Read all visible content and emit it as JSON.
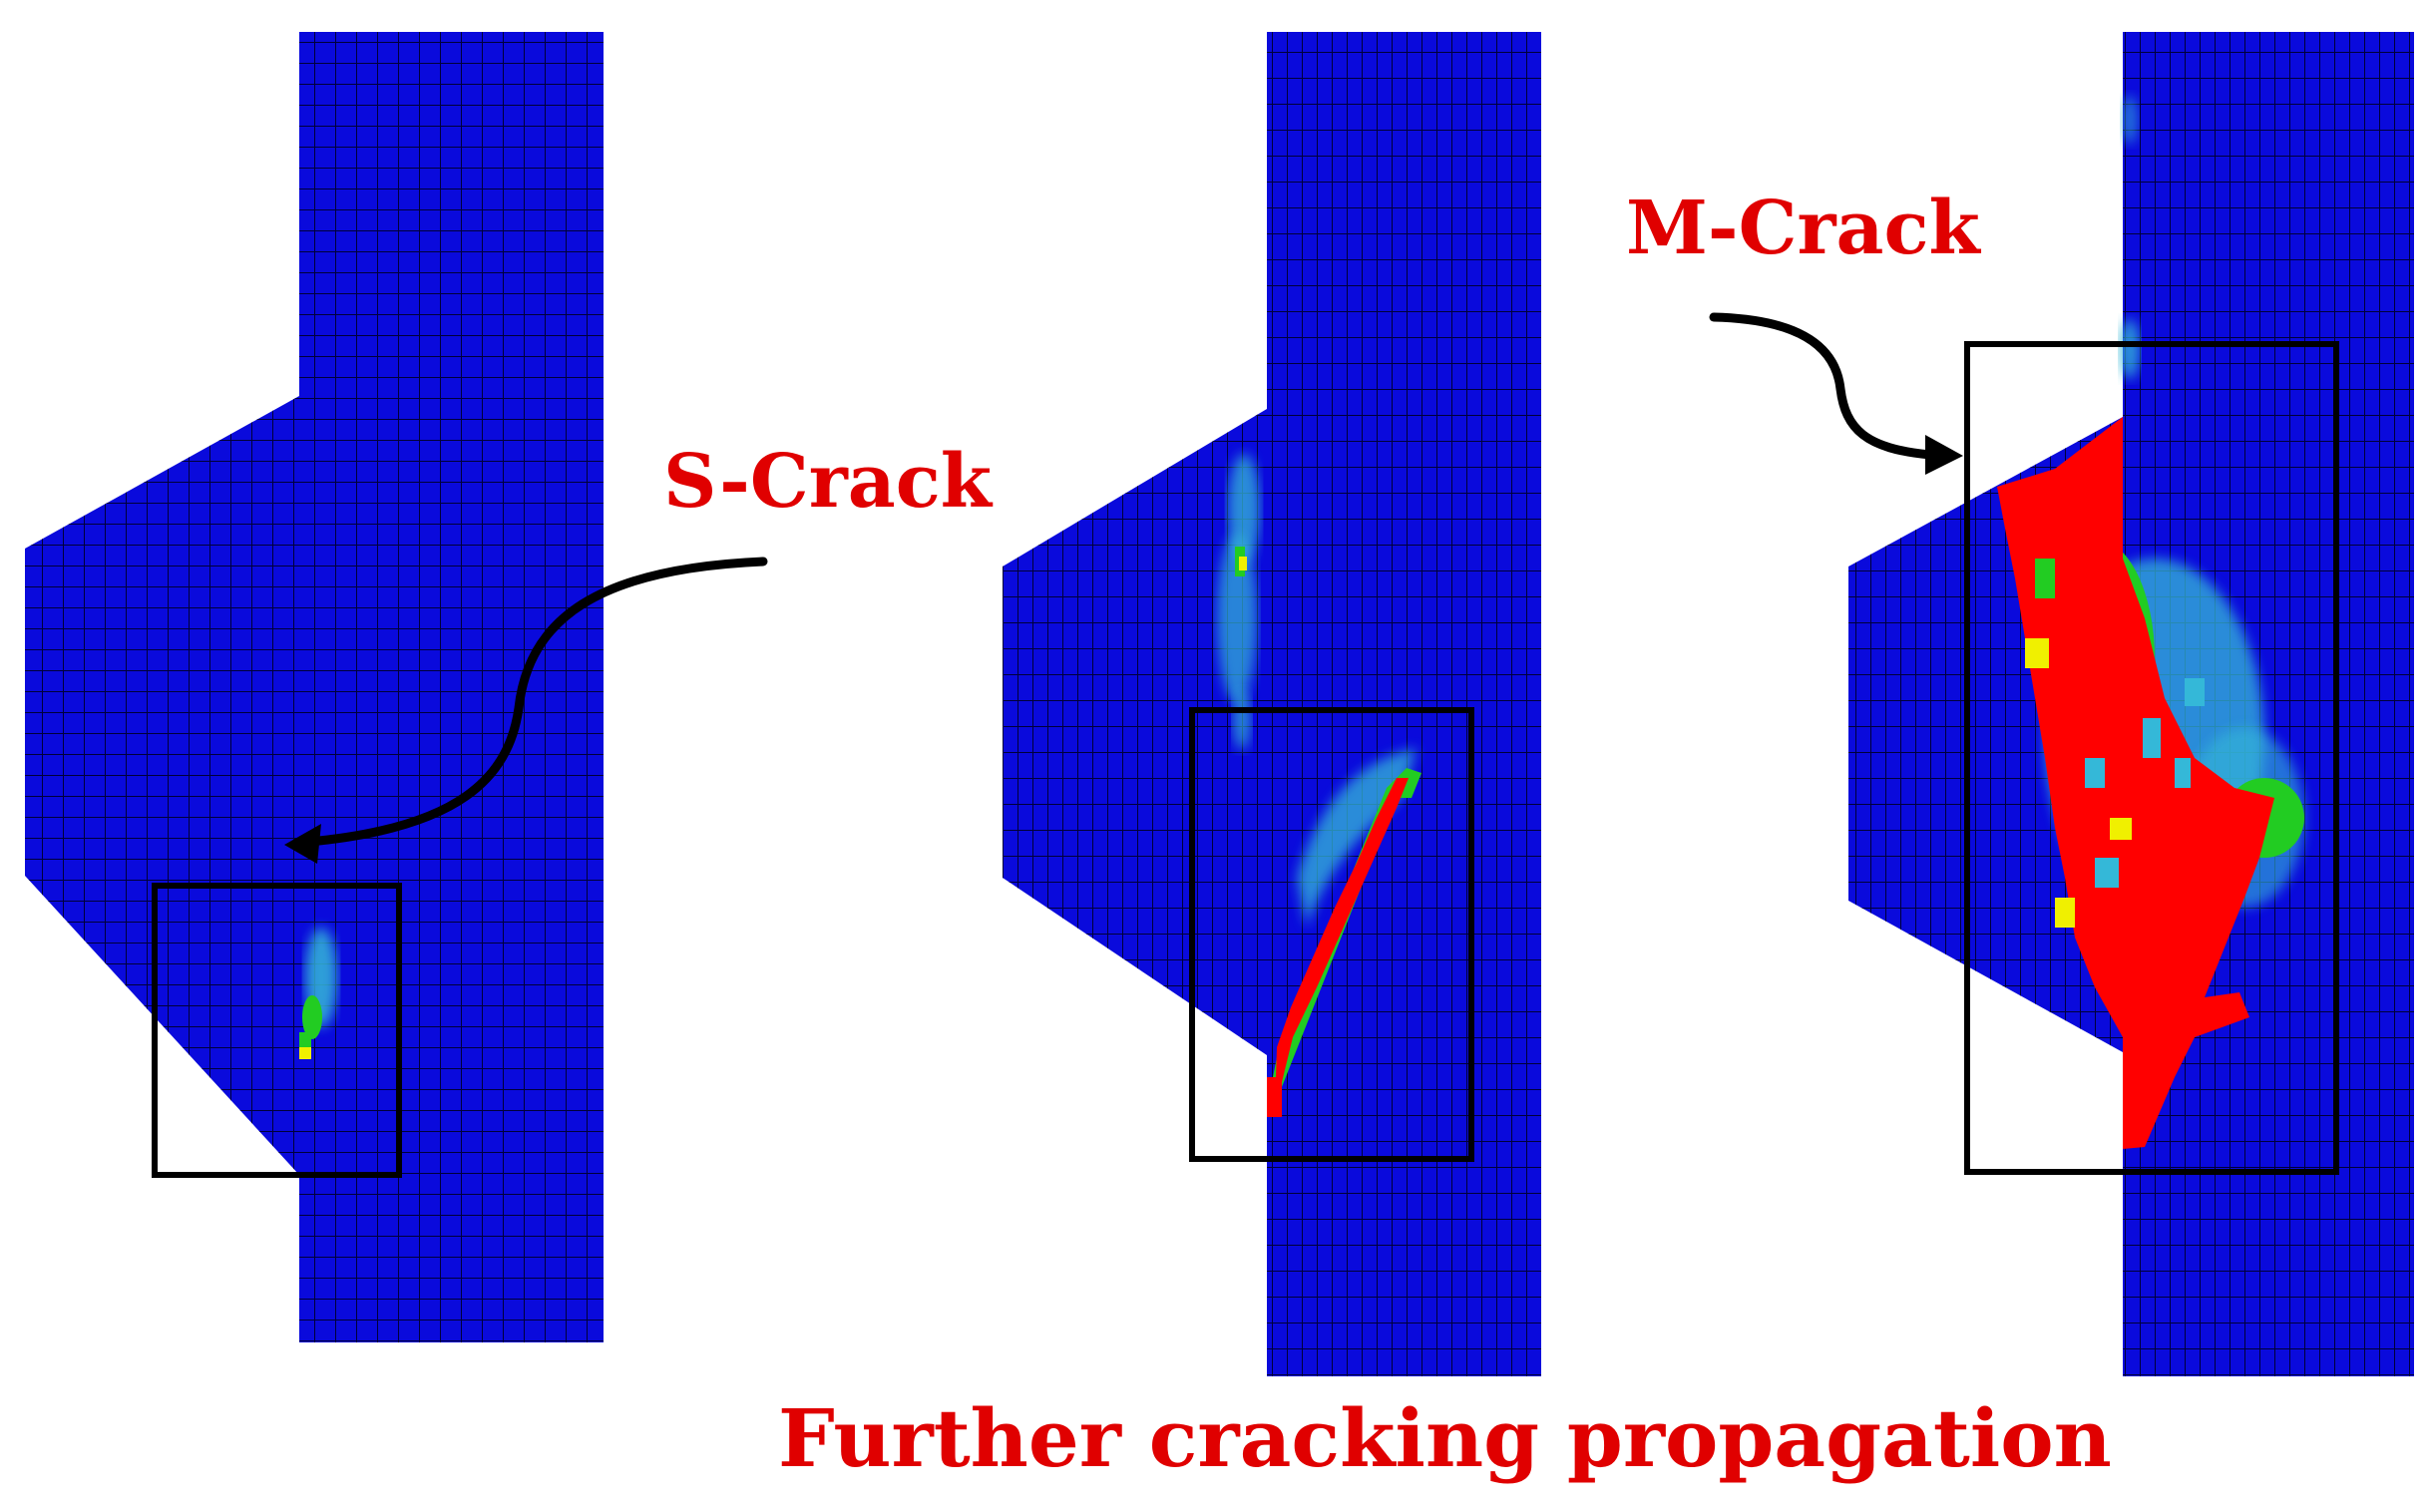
{
  "labels": {
    "s_crack": "S-Crack",
    "m_crack": "M-Crack",
    "caption": "Further cracking propagation"
  },
  "colors": {
    "mesh_fill": "#0a0adc",
    "mesh_line": "#00003a",
    "crack_red": "#ff0000",
    "crack_yellow": "#f0f000",
    "crack_green": "#22cc22",
    "crack_cyan": "#34b8d8",
    "label_red": "#e00000",
    "box_stroke": "#000000"
  }
}
